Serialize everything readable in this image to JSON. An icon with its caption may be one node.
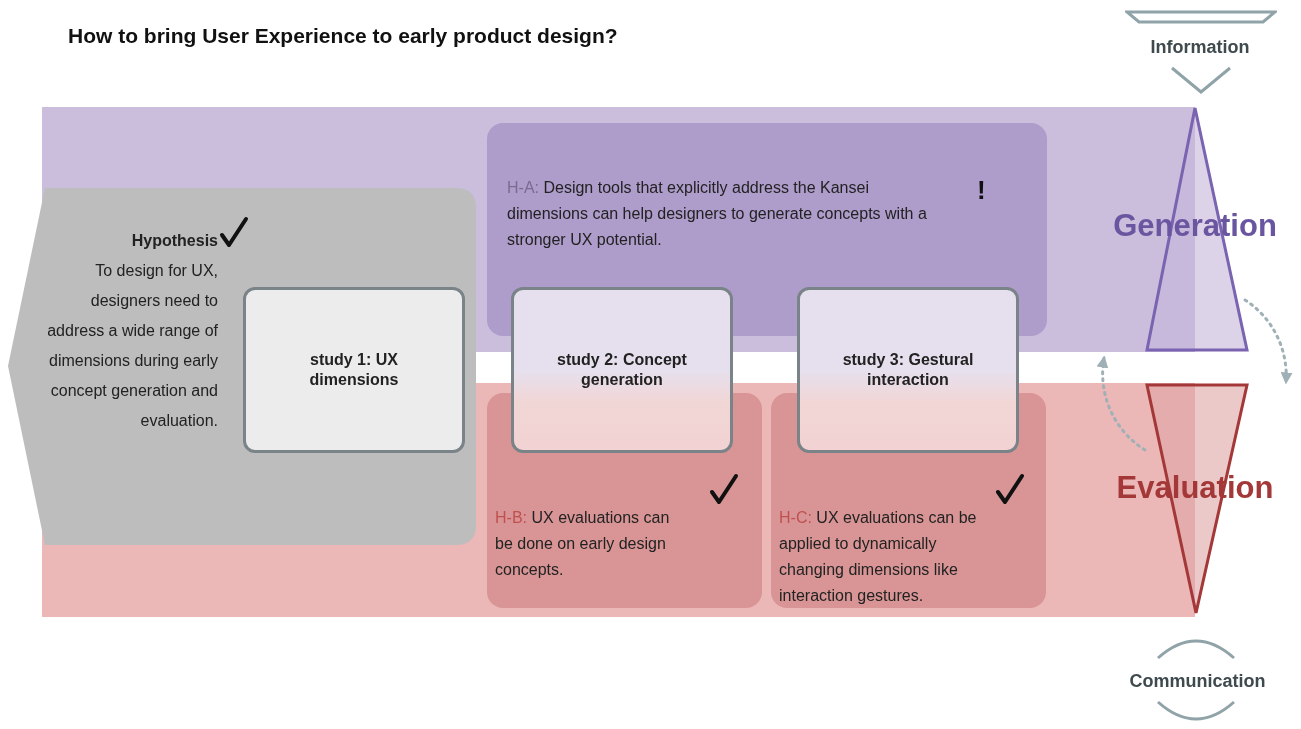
{
  "diagram": {
    "title": "How to bring User Experience to early product design?",
    "nodes": [
      {
        "text": [
          "Hypothesis",
          "To design for UX, designers need to address a wide range of dimensions during early concept generation and evaluation."
        ]
      },
      {
        "text": [
          "study 1: UX dimensions"
        ],
        "in": 0
      },
      {
        "text": [
          "H-A:",
          "Design tools that explicitly address the Kansei dimensions can help designers to generate concepts with a stronger UX potential."
        ]
      },
      {
        "text": [
          "study 2: Concept generation"
        ]
      },
      {
        "text": [
          "study 3: Gestural interaction"
        ]
      },
      {
        "text": [
          "H-B:",
          "UX evaluations can be done on early design concepts."
        ]
      },
      {
        "text": [
          "H-C:",
          "UX evaluations can be applied to dynamically changing dimensions like interaction gestures."
        ]
      },
      {
        "text": [
          "Information"
        ]
      },
      {
        "text": [
          "Generation"
        ]
      },
      {
        "text": [
          "Evaluation"
        ]
      },
      {
        "text": [
          "Communication"
        ]
      }
    ],
    "labels": [
      "!"
    ],
    "edges": [
      {
        "from": 8,
        "to": 9,
        "arrow": "to",
        "style": "dashed"
      },
      {
        "from": 9,
        "to": 8,
        "arrow": "to",
        "style": "dashed"
      }
    ]
  }
}
